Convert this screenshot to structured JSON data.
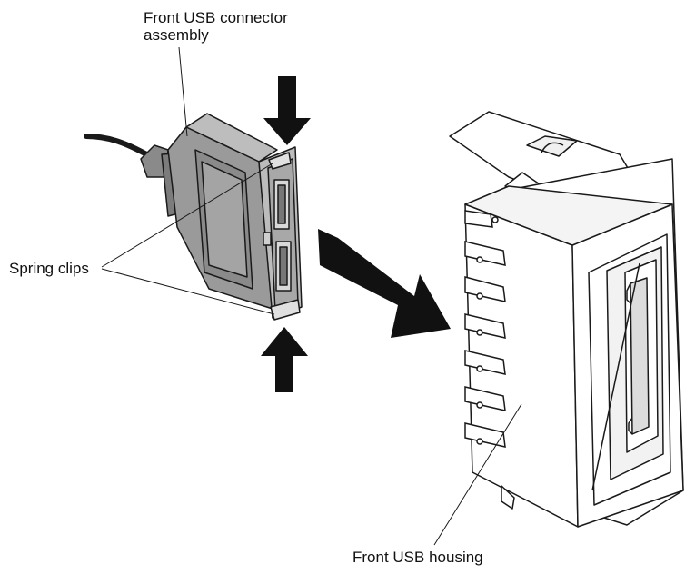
{
  "labels": {
    "connector_assembly_line1": "Front USB connector",
    "connector_assembly_line2": "assembly",
    "spring_clips": "Spring clips",
    "usb_housing": "Front USB housing"
  },
  "colors": {
    "line": "#1a1a1a",
    "connector_fill": "#9a9a9a",
    "connector_dark": "#6e6e6e",
    "connector_light": "#bdbdbd",
    "housing_fill": "#ffffff",
    "housing_shade": "#e6e6e6",
    "arrow": "#111111"
  },
  "icons": {
    "press_arrows": "arrow-down-icon, arrow-up-icon",
    "move_arrow": "arrow-right-icon"
  }
}
